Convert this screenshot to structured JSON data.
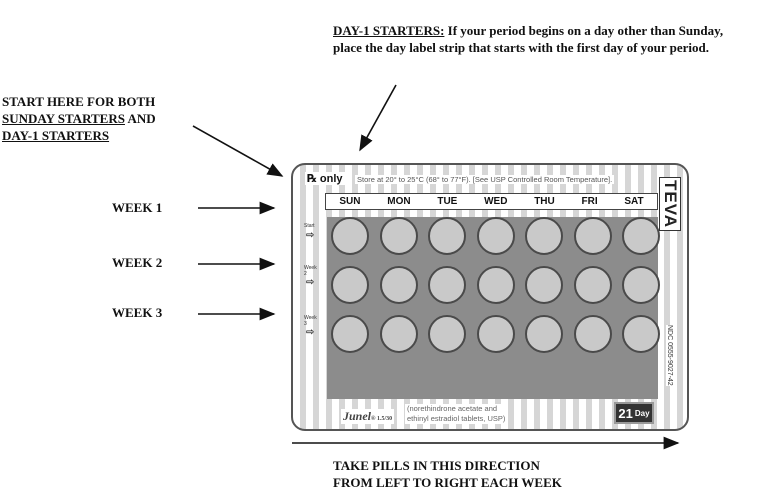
{
  "annotations": {
    "day1_heading": "DAY-1 STARTERS:",
    "day1_text": " If your period begins on a day other than Sunday, place the day label strip that starts with the first day of your period.",
    "start_line1": "START HERE FOR BOTH",
    "start_sunday": "SUNDAY STARTERS",
    "start_and": " AND",
    "start_day1": "DAY-1 STARTERS",
    "bottom_line1": "TAKE PILLS IN THIS DIRECTION",
    "bottom_line2": "FROM LEFT TO RIGHT EACH WEEK"
  },
  "weeks": [
    "WEEK 1",
    "WEEK 2",
    "WEEK 3"
  ],
  "card": {
    "rx": "℞ only",
    "storage": "Store at 20° to 25°C (68° to 77°F). [See USP Controlled Room Temperature].",
    "days": [
      "SUN",
      "MON",
      "TUE",
      "WED",
      "THU",
      "FRI",
      "SAT"
    ],
    "row_labels": [
      "Start",
      "Week 2",
      "Week 3"
    ],
    "row_arrow": "⇨",
    "side_logo": "TEVA",
    "ndc": "NDC 0555-9027-42",
    "brand": "Junel",
    "brand_dose": "® 1.5/30",
    "generic_line1": "(norethindrone acetate and",
    "generic_line2": "ethinyl estradiol tablets, USP)",
    "day_count": "21",
    "day_word": "Day",
    "pill_rows": 3,
    "pills_per_row": 7
  },
  "colors": {
    "card_stripe": "#d6d6d6",
    "blister_panel": "#8c8c8c",
    "pill": "#c9c9c9"
  }
}
